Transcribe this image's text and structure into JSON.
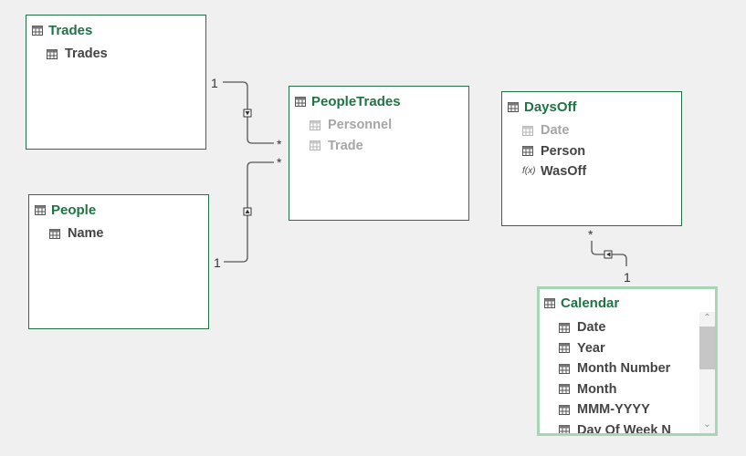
{
  "tables": {
    "trades": {
      "title": "Trades",
      "fields": [
        {
          "label": "Trades",
          "icon": "table-column-icon"
        }
      ]
    },
    "people": {
      "title": "People",
      "fields": [
        {
          "label": "Name",
          "icon": "table-column-icon"
        }
      ]
    },
    "people_trades": {
      "title": "PeopleTrades",
      "fields": [
        {
          "label": "Personnel",
          "icon": "table-column-icon",
          "dim": true
        },
        {
          "label": "Trade",
          "icon": "table-column-icon",
          "dim": true
        }
      ]
    },
    "days_off": {
      "title": "DaysOff",
      "fields": [
        {
          "label": "Date",
          "icon": "table-column-icon",
          "dim": true
        },
        {
          "label": "Person",
          "icon": "table-column-icon"
        },
        {
          "label": "WasOff",
          "icon": "calculated-column-icon",
          "glyph": "f(x)"
        }
      ]
    },
    "calendar": {
      "title": "Calendar",
      "selected": true,
      "fields": [
        {
          "label": "Date",
          "icon": "table-column-icon"
        },
        {
          "label": "Year",
          "icon": "table-column-icon"
        },
        {
          "label": "Month Number",
          "icon": "table-column-icon"
        },
        {
          "label": "Month",
          "icon": "table-column-icon"
        },
        {
          "label": "MMM-YYYY",
          "icon": "table-column-icon"
        },
        {
          "label": "Day Of Week N",
          "icon": "table-column-icon"
        }
      ]
    }
  },
  "relationships": [
    {
      "one_label": "1",
      "many_label": "*"
    },
    {
      "one_label": "1",
      "many_label": "*"
    },
    {
      "one_label": "1",
      "many_label": "*"
    }
  ],
  "colors": {
    "background": "#f0f0f0",
    "accent": "#217346",
    "selected_border": "#a8d5b5",
    "field_text": "#444444",
    "dim_text": "#a6a6a6"
  }
}
